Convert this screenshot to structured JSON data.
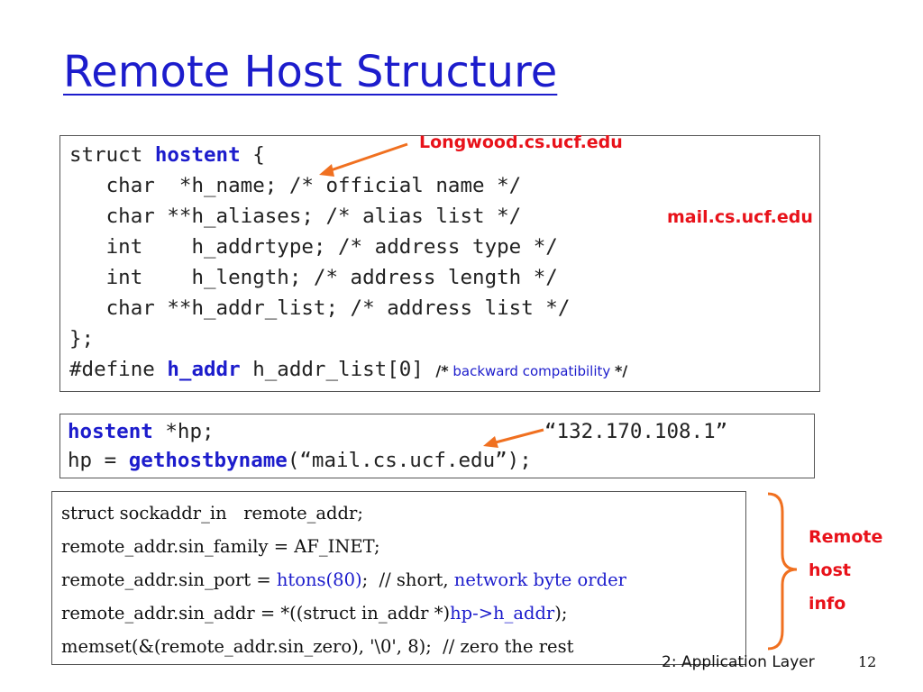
{
  "title": "Remote Host Structure",
  "box1": {
    "lines": [
      {
        "pre": "struct ",
        "kw": "hostent",
        "post": " {"
      },
      {
        "text": "   char  *h_name; /* official name */"
      },
      {
        "text": "   char **h_aliases; /* alias list */"
      },
      {
        "text": "   int    h_addrtype; /* address type */"
      },
      {
        "text": "   int    h_length; /* address length */"
      },
      {
        "text": "   char **h_addr_list; /* address list */"
      },
      {
        "text": "};"
      },
      {
        "pre": "#define ",
        "kw": "h_addr",
        "post": " h_addr_list[0] ",
        "comment_open": "/*",
        "comment": " backward compatibility ",
        "comment_close": "*/"
      }
    ]
  },
  "box2": {
    "line1": {
      "kw": "hostent",
      "post": " *hp;"
    },
    "line2": {
      "pre": "hp = ",
      "kw": "gethostbyname",
      "post": "(“mail.cs.ucf.edu”);"
    }
  },
  "box3": {
    "line1": "struct sockaddr_in   remote_addr;",
    "line2": "remote_addr.sin_family = AF_INET;",
    "line3": {
      "pre": "remote_addr.sin_port = ",
      "blue1": "htons(80)",
      "mid": ";  // short, ",
      "blue2": "network byte order"
    },
    "line4": {
      "pre": "remote_addr.sin_addr = *((struct in_addr *)",
      "blue": "hp->h_addr",
      "post": ");"
    },
    "line5": "memset(&(remote_addr.sin_zero), '\\0', 8);  // zero the rest"
  },
  "annotations": {
    "longwood": "Longwood.cs.ucf.edu",
    "mail": "mail.cs.ucf.edu",
    "ip": "“132.170.108.1”",
    "remote_host_info": [
      "Remote",
      "host",
      "info"
    ]
  },
  "footer": {
    "chapter": "2: Application Layer",
    "page": "12"
  },
  "colors": {
    "blue": "#1c1ccc",
    "red": "#e8121a",
    "arrow": "#f07020",
    "brace": "#f07020"
  }
}
